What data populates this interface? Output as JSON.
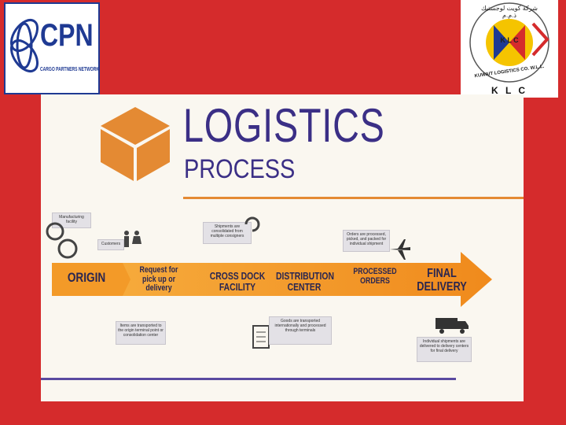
{
  "cpn_logo": {
    "name": "CPN",
    "subtitle": "CARGO PARTNERS NETWORK"
  },
  "klc_logo": {
    "arabic": "شركة كويت لوجستيك ذ.م.م",
    "english": "KUWAIT LOGISTICS CO. W.L.L.",
    "letters": "K L C",
    "caption": "K L C"
  },
  "infographic": {
    "title_line1": "LOGISTICS",
    "title_line2": "PROCESS",
    "stages": [
      "ORIGIN",
      "Request for pick up or delivery",
      "CROSS DOCK FACILITY",
      "DISTRIBUTION CENTER",
      "PROCESSED ORDERS",
      "FINAL DELIVERY"
    ],
    "notes": [
      "Manufacturing facility",
      "Customers",
      "Shipments are consolidated from multiple consigners",
      "Orders are processed, picked, and packed for individual shipment",
      "Items are transported to the origin terminal point or consolidation center",
      "Goods are transported internationally and processed through terminals",
      "Individual shipments are delivered to delivery centers for final delivery"
    ]
  }
}
